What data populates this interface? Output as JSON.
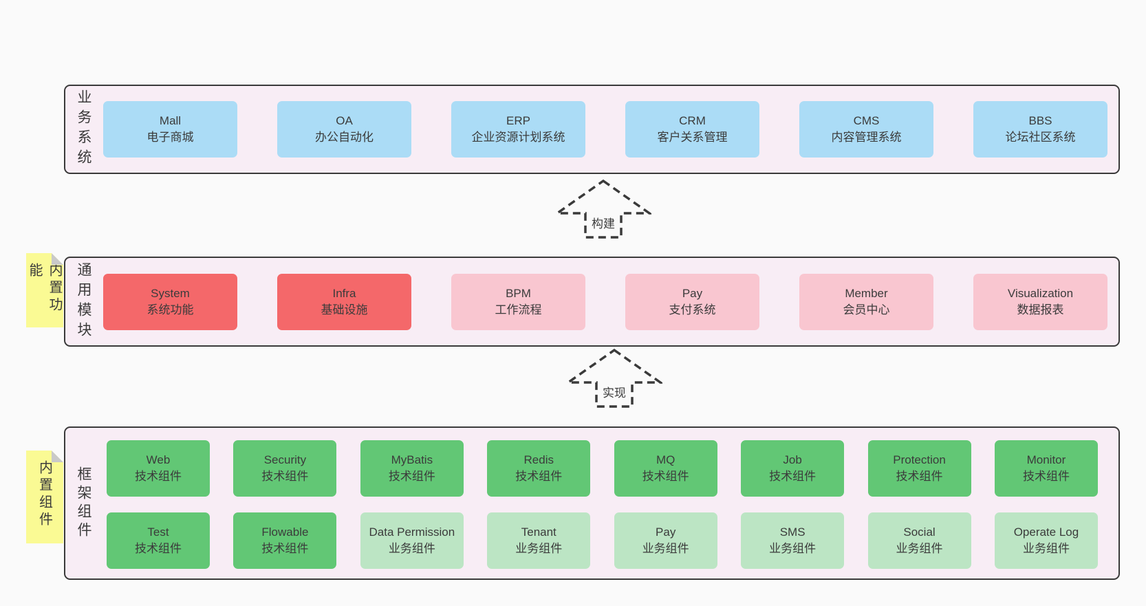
{
  "colors": {
    "page_bg": "#fafafa",
    "layer_bg": "#f8edf5",
    "layer_border": "#3a3a3a",
    "blue": "#abdcf6",
    "red": "#f4686a",
    "pink": "#f9c6d0",
    "green": "#62c775",
    "light_green": "#bce5c4",
    "note_yellow": "#fafa94",
    "note_fold_gray": "#c9c9c9",
    "text": "#3b3b3b"
  },
  "arrows": [
    {
      "label": "构建"
    },
    {
      "label": "实现"
    }
  ],
  "layers": [
    {
      "side_label": "业务系统",
      "boxes": [
        {
          "title": "Mall",
          "subtitle": "电子商城",
          "variant": "blue"
        },
        {
          "title": "OA",
          "subtitle": "办公自动化",
          "variant": "blue"
        },
        {
          "title": "ERP",
          "subtitle": "企业资源计划系统",
          "variant": "blue"
        },
        {
          "title": "CRM",
          "subtitle": "客户关系管理",
          "variant": "blue"
        },
        {
          "title": "CMS",
          "subtitle": "内容管理系统",
          "variant": "blue"
        },
        {
          "title": "BBS",
          "subtitle": "论坛社区系统",
          "variant": "blue"
        }
      ]
    },
    {
      "note": "内置功能",
      "side_label": "通用模块",
      "boxes": [
        {
          "title": "System",
          "subtitle": "系统功能",
          "variant": "red"
        },
        {
          "title": "Infra",
          "subtitle": "基础设施",
          "variant": "red"
        },
        {
          "title": "BPM",
          "subtitle": "工作流程",
          "variant": "pink"
        },
        {
          "title": "Pay",
          "subtitle": "支付系统",
          "variant": "pink"
        },
        {
          "title": "Member",
          "subtitle": "会员中心",
          "variant": "pink"
        },
        {
          "title": "Visualization",
          "subtitle": "数据报表",
          "variant": "pink"
        }
      ]
    },
    {
      "note": "内置组件",
      "side_label": "框架组件",
      "row1": [
        {
          "title": "Web",
          "subtitle": "技术组件",
          "variant": "green"
        },
        {
          "title": "Security",
          "subtitle": "技术组件",
          "variant": "green"
        },
        {
          "title": "MyBatis",
          "subtitle": "技术组件",
          "variant": "green"
        },
        {
          "title": "Redis",
          "subtitle": "技术组件",
          "variant": "green"
        },
        {
          "title": "MQ",
          "subtitle": "技术组件",
          "variant": "green"
        },
        {
          "title": "Job",
          "subtitle": "技术组件",
          "variant": "green"
        },
        {
          "title": "Protection",
          "subtitle": "技术组件",
          "variant": "green"
        },
        {
          "title": "Monitor",
          "subtitle": "技术组件",
          "variant": "green"
        }
      ],
      "row2": [
        {
          "title": "Test",
          "subtitle": "技术组件",
          "variant": "green"
        },
        {
          "title": "Flowable",
          "subtitle": "技术组件",
          "variant": "green"
        },
        {
          "title": "Data Permission",
          "subtitle": "业务组件",
          "variant": "lightgreen"
        },
        {
          "title": "Tenant",
          "subtitle": "业务组件",
          "variant": "lightgreen"
        },
        {
          "title": "Pay",
          "subtitle": "业务组件",
          "variant": "lightgreen"
        },
        {
          "title": "SMS",
          "subtitle": "业务组件",
          "variant": "lightgreen"
        },
        {
          "title": "Social",
          "subtitle": "业务组件",
          "variant": "lightgreen"
        },
        {
          "title": "Operate Log",
          "subtitle": "业务组件",
          "variant": "lightgreen"
        }
      ]
    }
  ]
}
